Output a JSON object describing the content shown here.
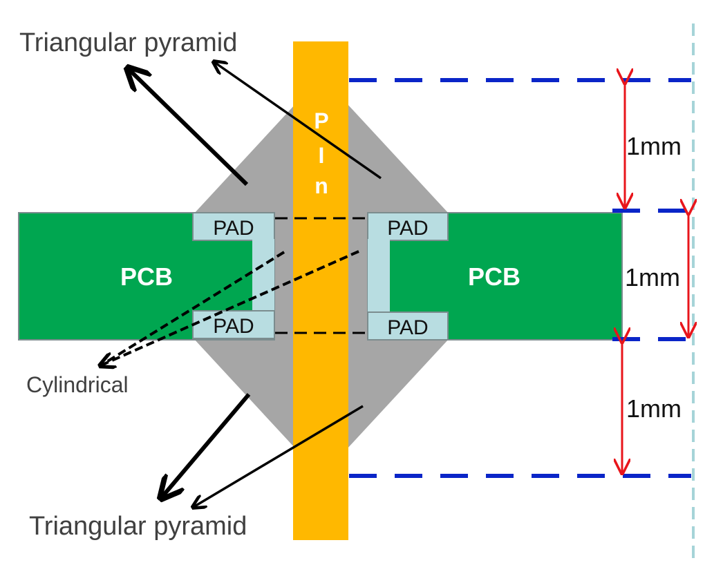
{
  "labels": {
    "top_title": "Triangular pyramid",
    "bottom_title": "Triangular pyramid",
    "cylindrical": "Cylindrical",
    "pcb_left": "PCB",
    "pcb_right": "PCB",
    "pad": "PAD",
    "pin_letters": [
      "P",
      "I",
      "n"
    ]
  },
  "dimensions": [
    {
      "label": "1mm"
    },
    {
      "label": "1mm"
    },
    {
      "label": "1mm"
    }
  ],
  "colors": {
    "pcb": "#00A650",
    "pad": "#B8DDE1",
    "pin": "#FFB800",
    "body": "#A6A6A6",
    "dash_line": "#0A25C8",
    "dim_arrow": "#E8151B",
    "right_guide": "#A6D4D8",
    "leader": "#000000"
  }
}
